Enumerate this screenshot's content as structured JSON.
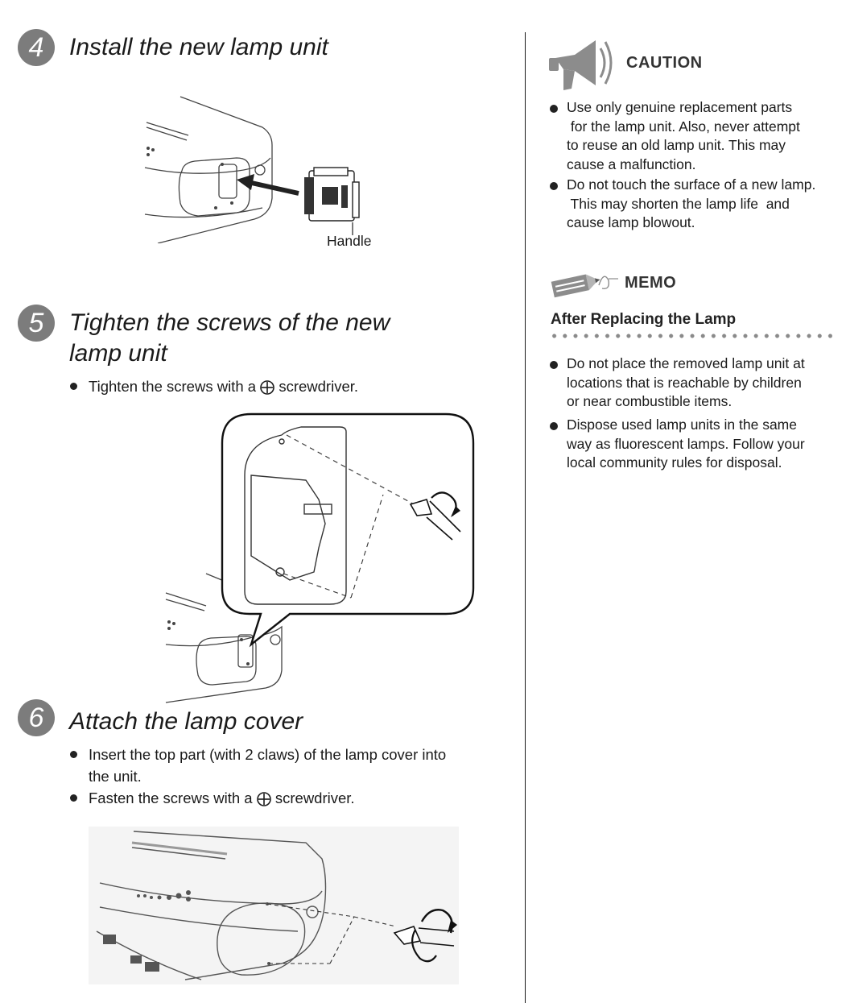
{
  "steps": [
    {
      "number": "4",
      "title": "Install the new lamp unit",
      "figure": {
        "callout": "Handle"
      }
    },
    {
      "number": "5",
      "title_line1": "Tighten the screws of the new",
      "title_line2": "lamp unit",
      "bullets": [
        {
          "before": "Tighten the screws with a",
          "after": "screwdriver."
        }
      ]
    },
    {
      "number": "6",
      "title": "Attach the lamp cover",
      "bullets": [
        {
          "line1": "Insert the top part (with 2 claws) of the lamp cover into",
          "line2": "the unit."
        },
        {
          "before": "Fasten the screws with a",
          "after": "screwdriver."
        }
      ]
    }
  ],
  "caution": {
    "heading": "CAUTION",
    "icon": "megaphone-icon",
    "items": [
      [
        "Use only genuine replacement parts",
        " for the lamp unit. Also, never attempt",
        "to reuse an old lamp unit. This may",
        "cause a malfunction."
      ],
      [
        "Do not touch the surface of a new lamp.",
        " This may shorten the lamp life  and",
        "cause lamp blowout."
      ]
    ]
  },
  "memo": {
    "heading": "MEMO",
    "icon": "pencil-icon",
    "subheading": "After Replacing the Lamp",
    "items": [
      [
        "Do not place the removed lamp unit at",
        "locations that is reachable by children",
        "or near combustible items."
      ],
      [
        "Dispose used lamp units in the same",
        "way as fluorescent lamps. Follow your",
        "local community rules for disposal."
      ]
    ]
  },
  "colors": {
    "step_circle": "#7c7c7c",
    "text": "#1a1a1a",
    "icon_gray": "#8c8c8c"
  }
}
